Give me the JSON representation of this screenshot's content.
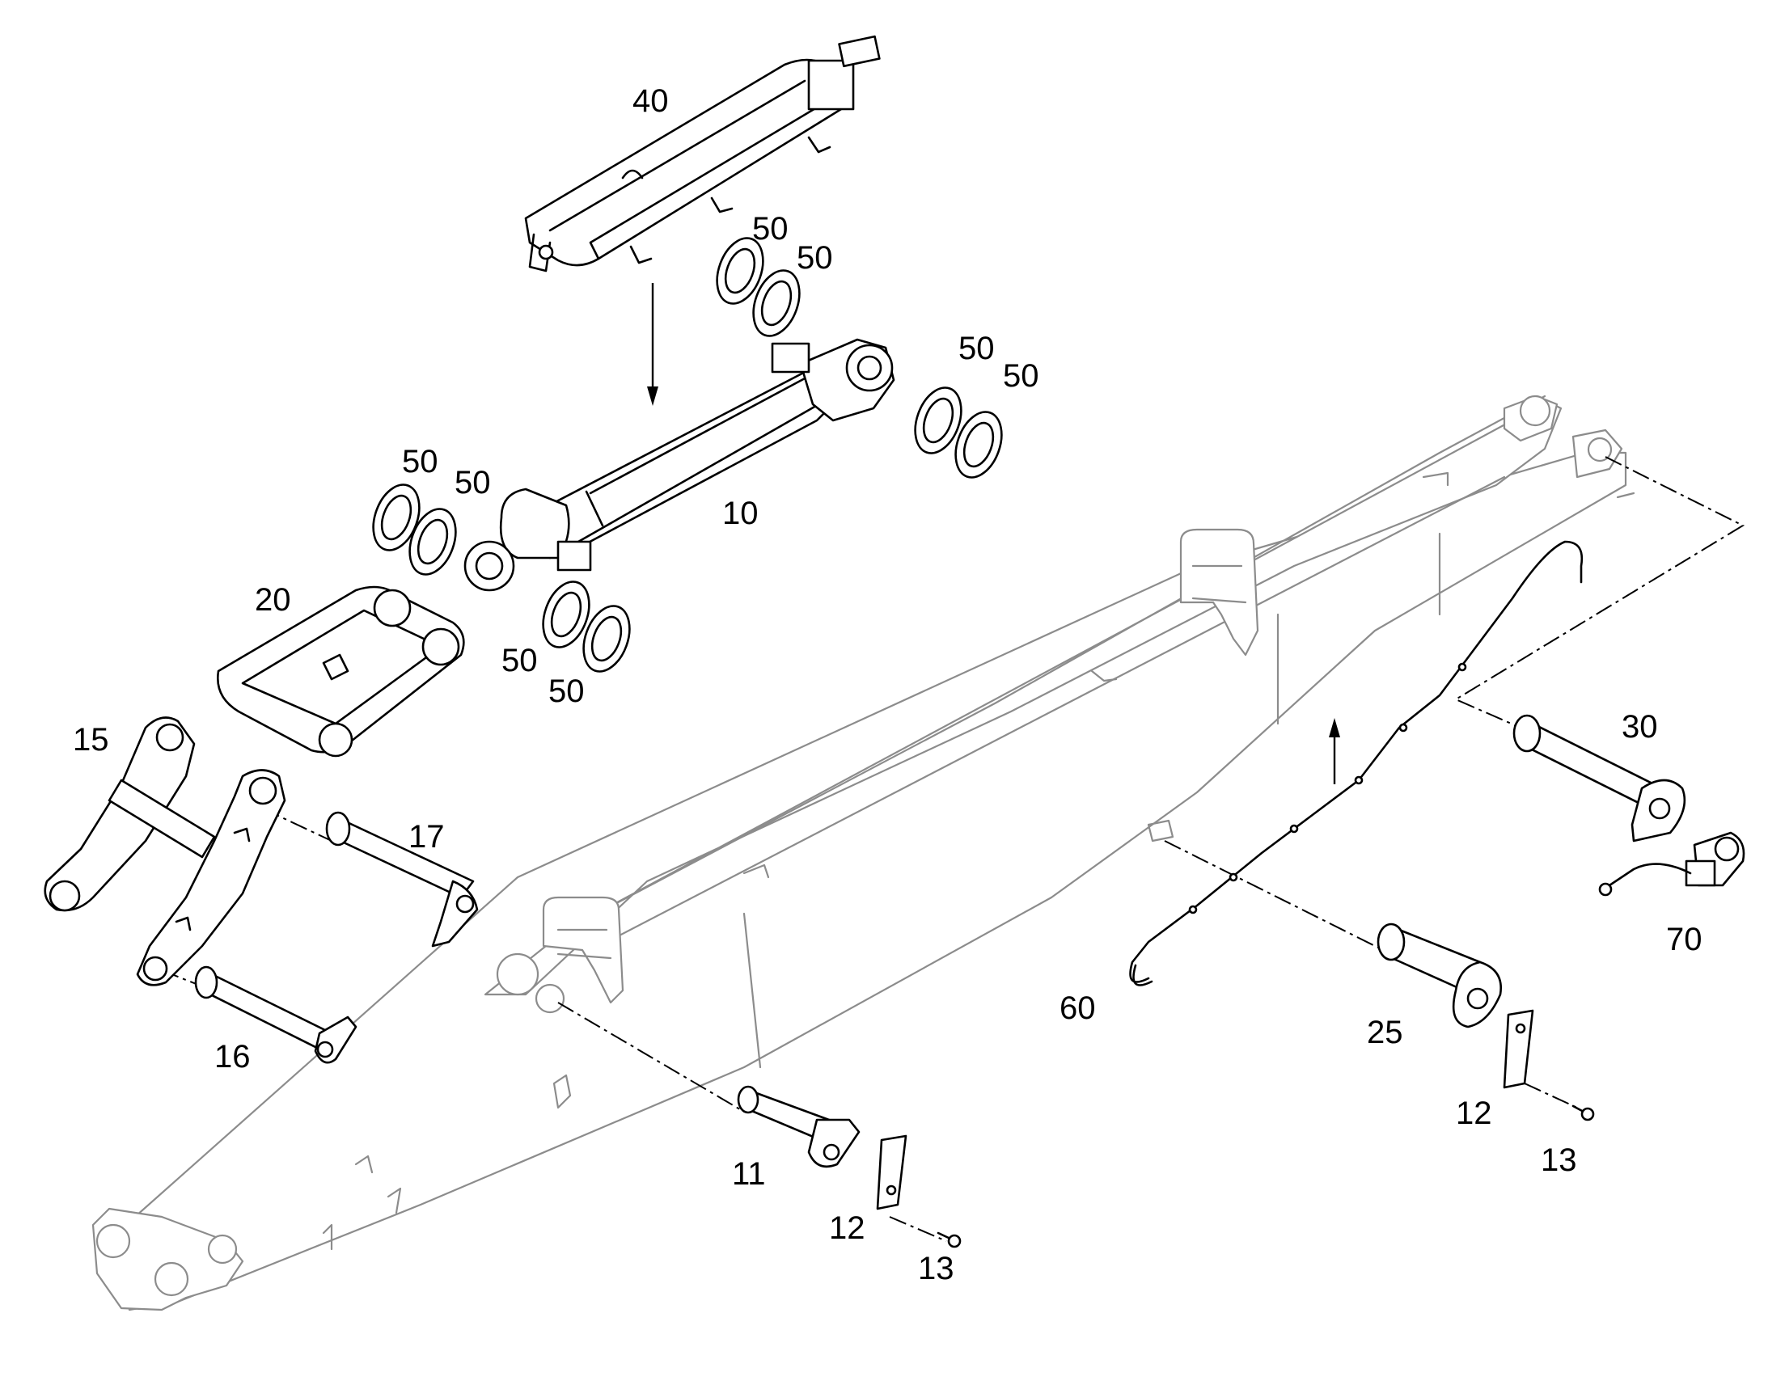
{
  "labels": {
    "l40": "40",
    "l50a": "50",
    "l50b": "50",
    "l50c": "50",
    "l50d": "50",
    "l50e": "50",
    "l50f": "50",
    "l50g": "50",
    "l50h": "50",
    "l10": "10",
    "l20": "20",
    "l15": "15",
    "l17": "17",
    "l16": "16",
    "l30": "30",
    "l70": "70",
    "l60": "60",
    "l25": "25",
    "l12a": "12",
    "l13a": "13",
    "l11": "11",
    "l12b": "12",
    "l13b": "13"
  }
}
